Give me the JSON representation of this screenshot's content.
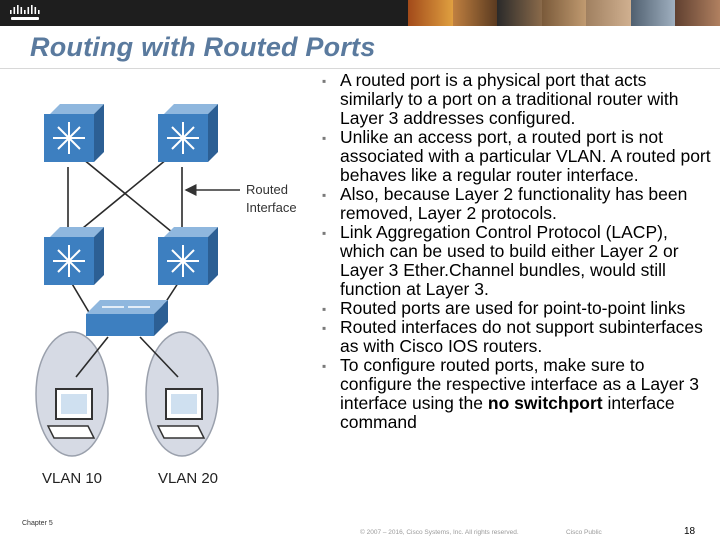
{
  "header": {
    "logo_icon": "cisco-logo",
    "photo_strip_icon": "people-photo-strip"
  },
  "title": "Routing with Routed Ports",
  "diagram": {
    "routed_label_line1": "Routed",
    "routed_label_line2": "Interface",
    "vlan_left": "VLAN 10",
    "vlan_right": "VLAN 20",
    "colors": {
      "switch_blue": "#3d7fc0",
      "vlan_oval": "#d6dae4"
    }
  },
  "bullets": [
    {
      "parts": [
        {
          "text": "A routed port is a physical port that acts similarly to a port on a traditional router with Layer 3 addresses configured."
        }
      ]
    },
    {
      "parts": [
        {
          "text": "Unlike an access port, a routed port is not associated with a particular VLAN. A routed port behaves like a regular router interface."
        }
      ]
    },
    {
      "parts": [
        {
          "text": "Also, because Layer 2 functionality has been removed, Layer 2 protocols."
        }
      ]
    },
    {
      "parts": [
        {
          "text": "Link Aggregation Control Protocol (LACP), which can be used to build either Layer 2 or Layer 3 Ether.Channel bundles, would still function at Layer 3."
        }
      ]
    },
    {
      "parts": [
        {
          "text": "Routed ports are used for point-to-point links"
        }
      ]
    },
    {
      "parts": [
        {
          "text": "Routed interfaces do not support subinterfaces as with Cisco IOS routers."
        }
      ]
    },
    {
      "parts": [
        {
          "text": "To configure routed ports, make sure to configure the respective interface as a Layer 3 interface using the "
        },
        {
          "text": "no switchport",
          "bold": true
        },
        {
          "text": " interface command"
        }
      ]
    }
  ],
  "footer": {
    "chapter": "Chapter 5",
    "copyright": "© 2007 – 2016, Cisco Systems, Inc. All rights reserved.",
    "classification": "Cisco Public",
    "page": "18"
  }
}
